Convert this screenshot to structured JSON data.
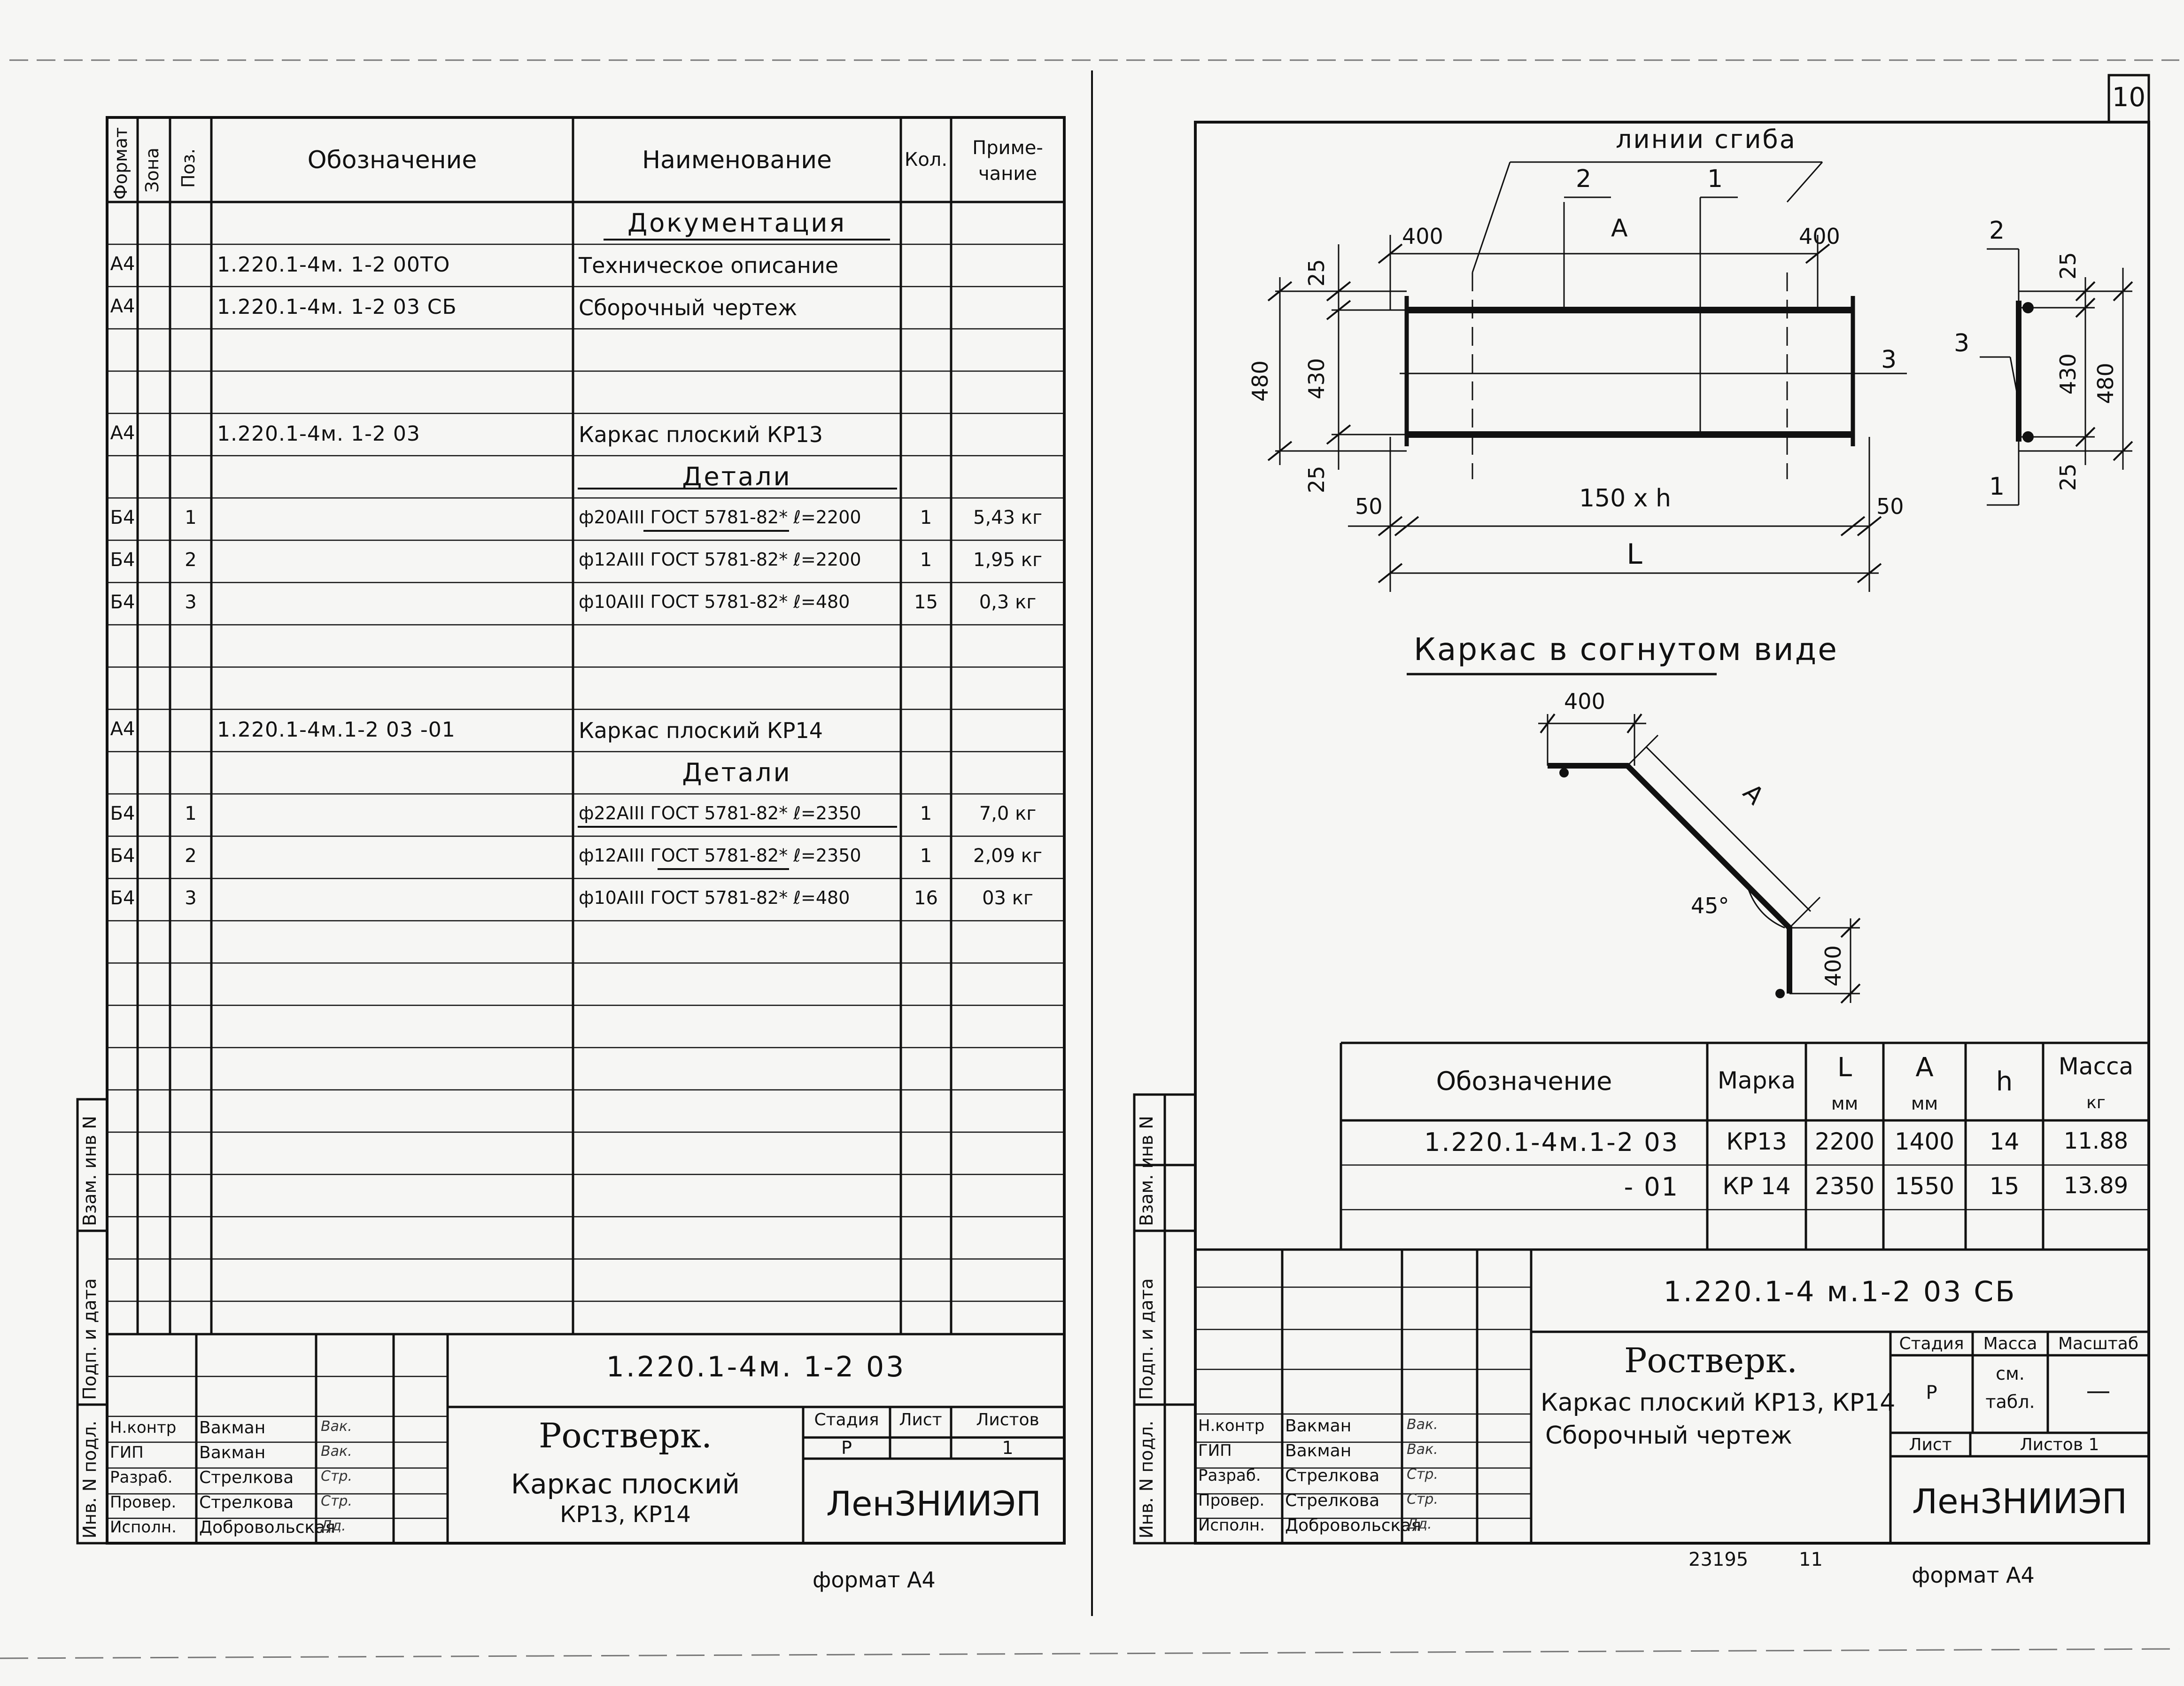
{
  "sheet_number": "10",
  "left": {
    "headers": {
      "format": "Формат",
      "zone": "Зона",
      "pos": "Поз.",
      "designation": "Обозначение",
      "name": "Наименование",
      "qty": "Кол.",
      "note1": "Приме-",
      "note2": "чание"
    },
    "rows": [
      {
        "format": "",
        "pos": "",
        "designation": "",
        "name": "Документация",
        "qty": "",
        "note": ""
      },
      {
        "format": "А4",
        "pos": "",
        "designation": "1.220.1-4м. 1-2  00ТО",
        "name": "Техническое описание",
        "qty": "",
        "note": ""
      },
      {
        "format": "А4",
        "pos": "",
        "designation": "1.220.1-4м. 1-2  03 СБ",
        "name": "Сборочный чертеж",
        "qty": "",
        "note": ""
      },
      {
        "format": "",
        "pos": "",
        "designation": "",
        "name": "",
        "qty": "",
        "note": ""
      },
      {
        "format": "",
        "pos": "",
        "designation": "",
        "name": "",
        "qty": "",
        "note": ""
      },
      {
        "format": "А4",
        "pos": "",
        "designation": "1.220.1-4м.  1-2    03",
        "name": "Каркас плоский КР13",
        "qty": "",
        "note": ""
      },
      {
        "format": "",
        "pos": "",
        "designation": "",
        "name": "Детали",
        "qty": "",
        "note": ""
      },
      {
        "format": "Б4",
        "pos": "1",
        "designation": "",
        "name": "ф20АIII ГОСТ 5781-82* ℓ=2200",
        "qty": "1",
        "note": "5,43 кг"
      },
      {
        "format": "Б4",
        "pos": "2",
        "designation": "",
        "name": "ф12АIII ГОСТ 5781-82* ℓ=2200",
        "qty": "1",
        "note": "1,95 кг"
      },
      {
        "format": "Б4",
        "pos": "3",
        "designation": "",
        "name": "ф10АIII ГОСТ 5781-82* ℓ=480",
        "qty": "15",
        "note": "0,3 кг"
      },
      {
        "format": "",
        "pos": "",
        "designation": "",
        "name": "",
        "qty": "",
        "note": ""
      },
      {
        "format": "",
        "pos": "",
        "designation": "",
        "name": "",
        "qty": "",
        "note": ""
      },
      {
        "format": "А4",
        "pos": "",
        "designation": "1.220.1-4м.1-2   03 -01",
        "name": "Каркас плоский КР14",
        "qty": "",
        "note": ""
      },
      {
        "format": "",
        "pos": "",
        "designation": "",
        "name": "Детали",
        "qty": "",
        "note": ""
      },
      {
        "format": "Б4",
        "pos": "1",
        "designation": "",
        "name": "ф22АIII ГОСТ 5781-82* ℓ=2350",
        "qty": "1",
        "note": "7,0 кг"
      },
      {
        "format": "Б4",
        "pos": "2",
        "designation": "",
        "name": "ф12АIII ГОСТ 5781-82* ℓ=2350",
        "qty": "1",
        "note": "2,09 кг"
      },
      {
        "format": "Б4",
        "pos": "3",
        "designation": "",
        "name": "ф10АIII ГОСТ 5781-82* ℓ=480",
        "qty": "16",
        "note": "03 кг"
      }
    ],
    "side_labels": [
      "Инв. N подл.",
      "Подп. и дата",
      "Взам. инв N"
    ],
    "title_block": {
      "code": "1.220.1-4м. 1-2     03",
      "title": "Ростверк.",
      "subtitle1": "Каркас плоский",
      "subtitle2": "КР13, КР14",
      "stage_label": "Стадия",
      "sheet_label": "Лист",
      "sheets_label": "Листов",
      "stage": "Р",
      "sheets": "1",
      "org": "ЛенЗНИИЭП",
      "roles": [
        {
          "role": "Н.контр",
          "name": "Вакман",
          "sign": "Вак."
        },
        {
          "role": "ГИП",
          "name": "Вакман",
          "sign": "Вак."
        },
        {
          "role": "Разраб.",
          "name": "Стрелкова",
          "sign": "Стр."
        },
        {
          "role": "Провер.",
          "name": "Стрелкова",
          "sign": "Стр."
        },
        {
          "role": "Исполн.",
          "name": "Добровольская",
          "sign": "Дд."
        }
      ]
    },
    "format_label": "формат А4"
  },
  "right": {
    "drawing": {
      "bend_lines_label": "линии сгиба",
      "dims": {
        "d400a": "400",
        "d400b": "400",
        "A": "А",
        "d25a": "25",
        "d25b": "25",
        "d480": "480",
        "d430": "430",
        "d50a": "50",
        "d50b": "50",
        "spacing": "150 х h",
        "L": "L",
        "m1": "1",
        "m2": "2",
        "m3": "3"
      },
      "side": {
        "m2": "2",
        "m3": "3",
        "m1": "1",
        "d25a": "25",
        "d25b": "25",
        "d430": "430",
        "d480": "480"
      },
      "bent_title": "Каркас в согнутом виде",
      "bent": {
        "d400a": "400",
        "A": "А",
        "angle": "45°",
        "d400b": "400"
      }
    },
    "table": {
      "headers": {
        "designation": "Обозначение",
        "mark": "Марка",
        "L": "L",
        "L_unit": "мм",
        "A": "А",
        "A_unit": "мм",
        "h": "h",
        "mass": "Масса",
        "mass_unit": "кг"
      },
      "rows": [
        {
          "designation": "1.220.1-4м.1-2  03",
          "mark": "КР13",
          "L": "2200",
          "A": "1400",
          "h": "14",
          "mass": "11.88"
        },
        {
          "designation": "- 01",
          "mark": "КР 14",
          "L": "2350",
          "A": "1550",
          "h": "15",
          "mass": "13.89"
        }
      ]
    },
    "side_labels": [
      "Инв. N подл.",
      "Подп. и дата",
      "Взам. инв N"
    ],
    "title_block": {
      "code": "1.220.1-4 м.1-2     03 СБ",
      "title": "Ростверк.",
      "subtitle1": "Каркас плоский КР13, КР14",
      "subtitle2": "Сборочный чертеж",
      "stage_label": "Стадия",
      "mass_label": "Масса",
      "scale_label": "Масштаб",
      "stage": "Р",
      "mass1": "см.",
      "mass2": "табл.",
      "scale": "—",
      "sheet_label": "Лист",
      "sheets_label": "Листов 1",
      "org": "ЛенЗНИИЭП",
      "roles": [
        {
          "role": "Н.контр",
          "name": "Вакман",
          "sign": "Вак."
        },
        {
          "role": "ГИП",
          "name": "Вакман",
          "sign": "Вак."
        },
        {
          "role": "Разраб.",
          "name": "Стрелкова",
          "sign": "Стр."
        },
        {
          "role": "Провер.",
          "name": "Стрелкова",
          "sign": "Стр."
        },
        {
          "role": "Исполн.",
          "name": "Добровольская",
          "sign": "Дд."
        }
      ]
    },
    "archive": "23195",
    "archive_sheet": "11",
    "format_label": "формат А4"
  }
}
